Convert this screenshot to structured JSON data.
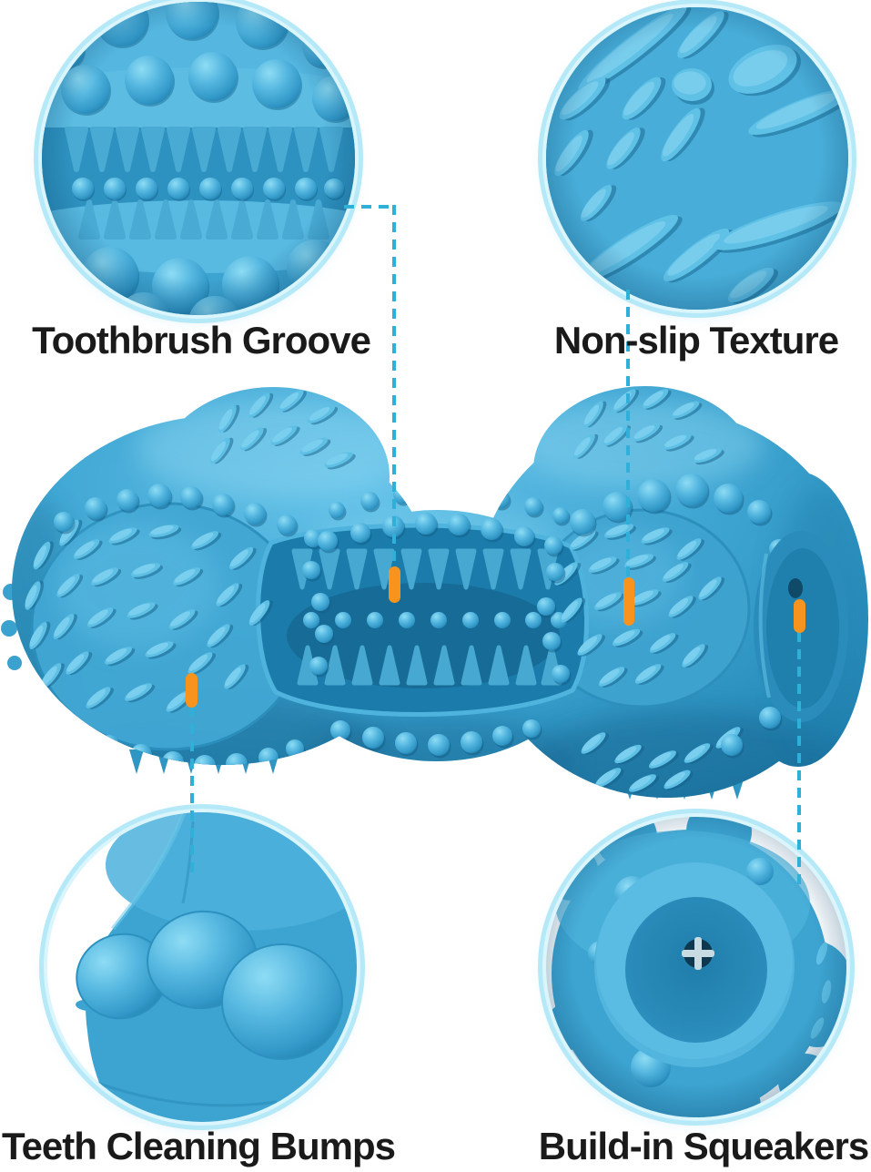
{
  "image": {
    "type": "product-feature-infographic",
    "subject": "Blue rubber bone-shaped dog chew toy with four zoomed feature callouts"
  },
  "callouts": [
    {
      "label": "Toothbrush Groove"
    },
    {
      "label": "Non-slip Texture"
    },
    {
      "label": "Teeth Cleaning Bumps"
    },
    {
      "label": "Build-in Squeakers"
    }
  ],
  "colors": {
    "toy_blue": "#3fa6d3",
    "toy_highlight": "#7fd0ee",
    "toy_shadow": "#1a6f9c",
    "connector_line": "#2fb0d8",
    "marker_orange": "#f8941d",
    "inset_ring": "#b5e9f8",
    "label_text": "#1a1a1a",
    "background": "#ffffff"
  }
}
